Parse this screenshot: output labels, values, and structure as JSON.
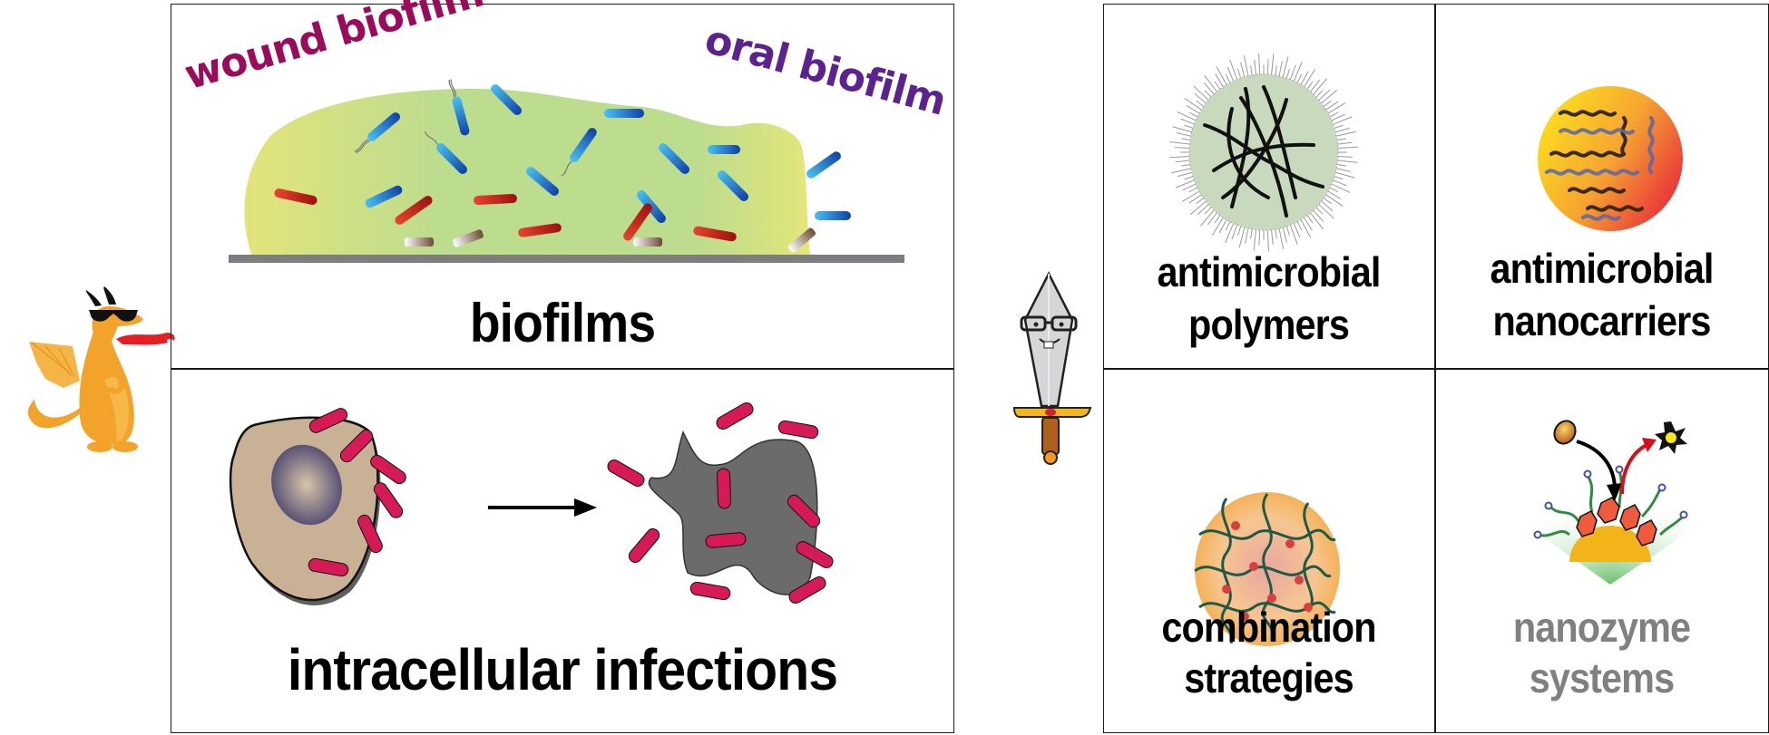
{
  "figure": {
    "left_panel": {
      "biofilms": {
        "title": "biofilms",
        "annotations": [
          {
            "text": "wound biofilm",
            "color": "#9b0a5b"
          },
          {
            "text": "oral biofilm",
            "color": "#5c2290"
          }
        ]
      },
      "intracellular": {
        "title": "intracellular infections"
      }
    },
    "right_panel": {
      "cells": [
        {
          "title_line1": "antimicrobial",
          "title_line2": "polymers",
          "color": "#000000"
        },
        {
          "title_line1": "antimicrobial",
          "title_line2": "nanocarriers",
          "color": "#000000"
        },
        {
          "title_line1": "combination",
          "title_line2": "strategies",
          "color": "#000000"
        },
        {
          "title_line1": "nanozyme",
          "title_line2": "systems",
          "color": "#808080"
        }
      ]
    },
    "characters": {
      "dragon": "dragon-with-sunglasses",
      "sword": "sword-with-glasses"
    },
    "colors": {
      "biofilm_matrix_left": "#e3e47a",
      "biofilm_matrix_mid": "#b9dc8e",
      "bacteria_blue": "#2e8de0",
      "bacteria_red": "#c8231e",
      "bacteria_magenta": "#d51a55",
      "host_cell": "#c9b196",
      "dead_cell": "#6b6b6b",
      "dragon_orange": "#f4a32a"
    }
  }
}
